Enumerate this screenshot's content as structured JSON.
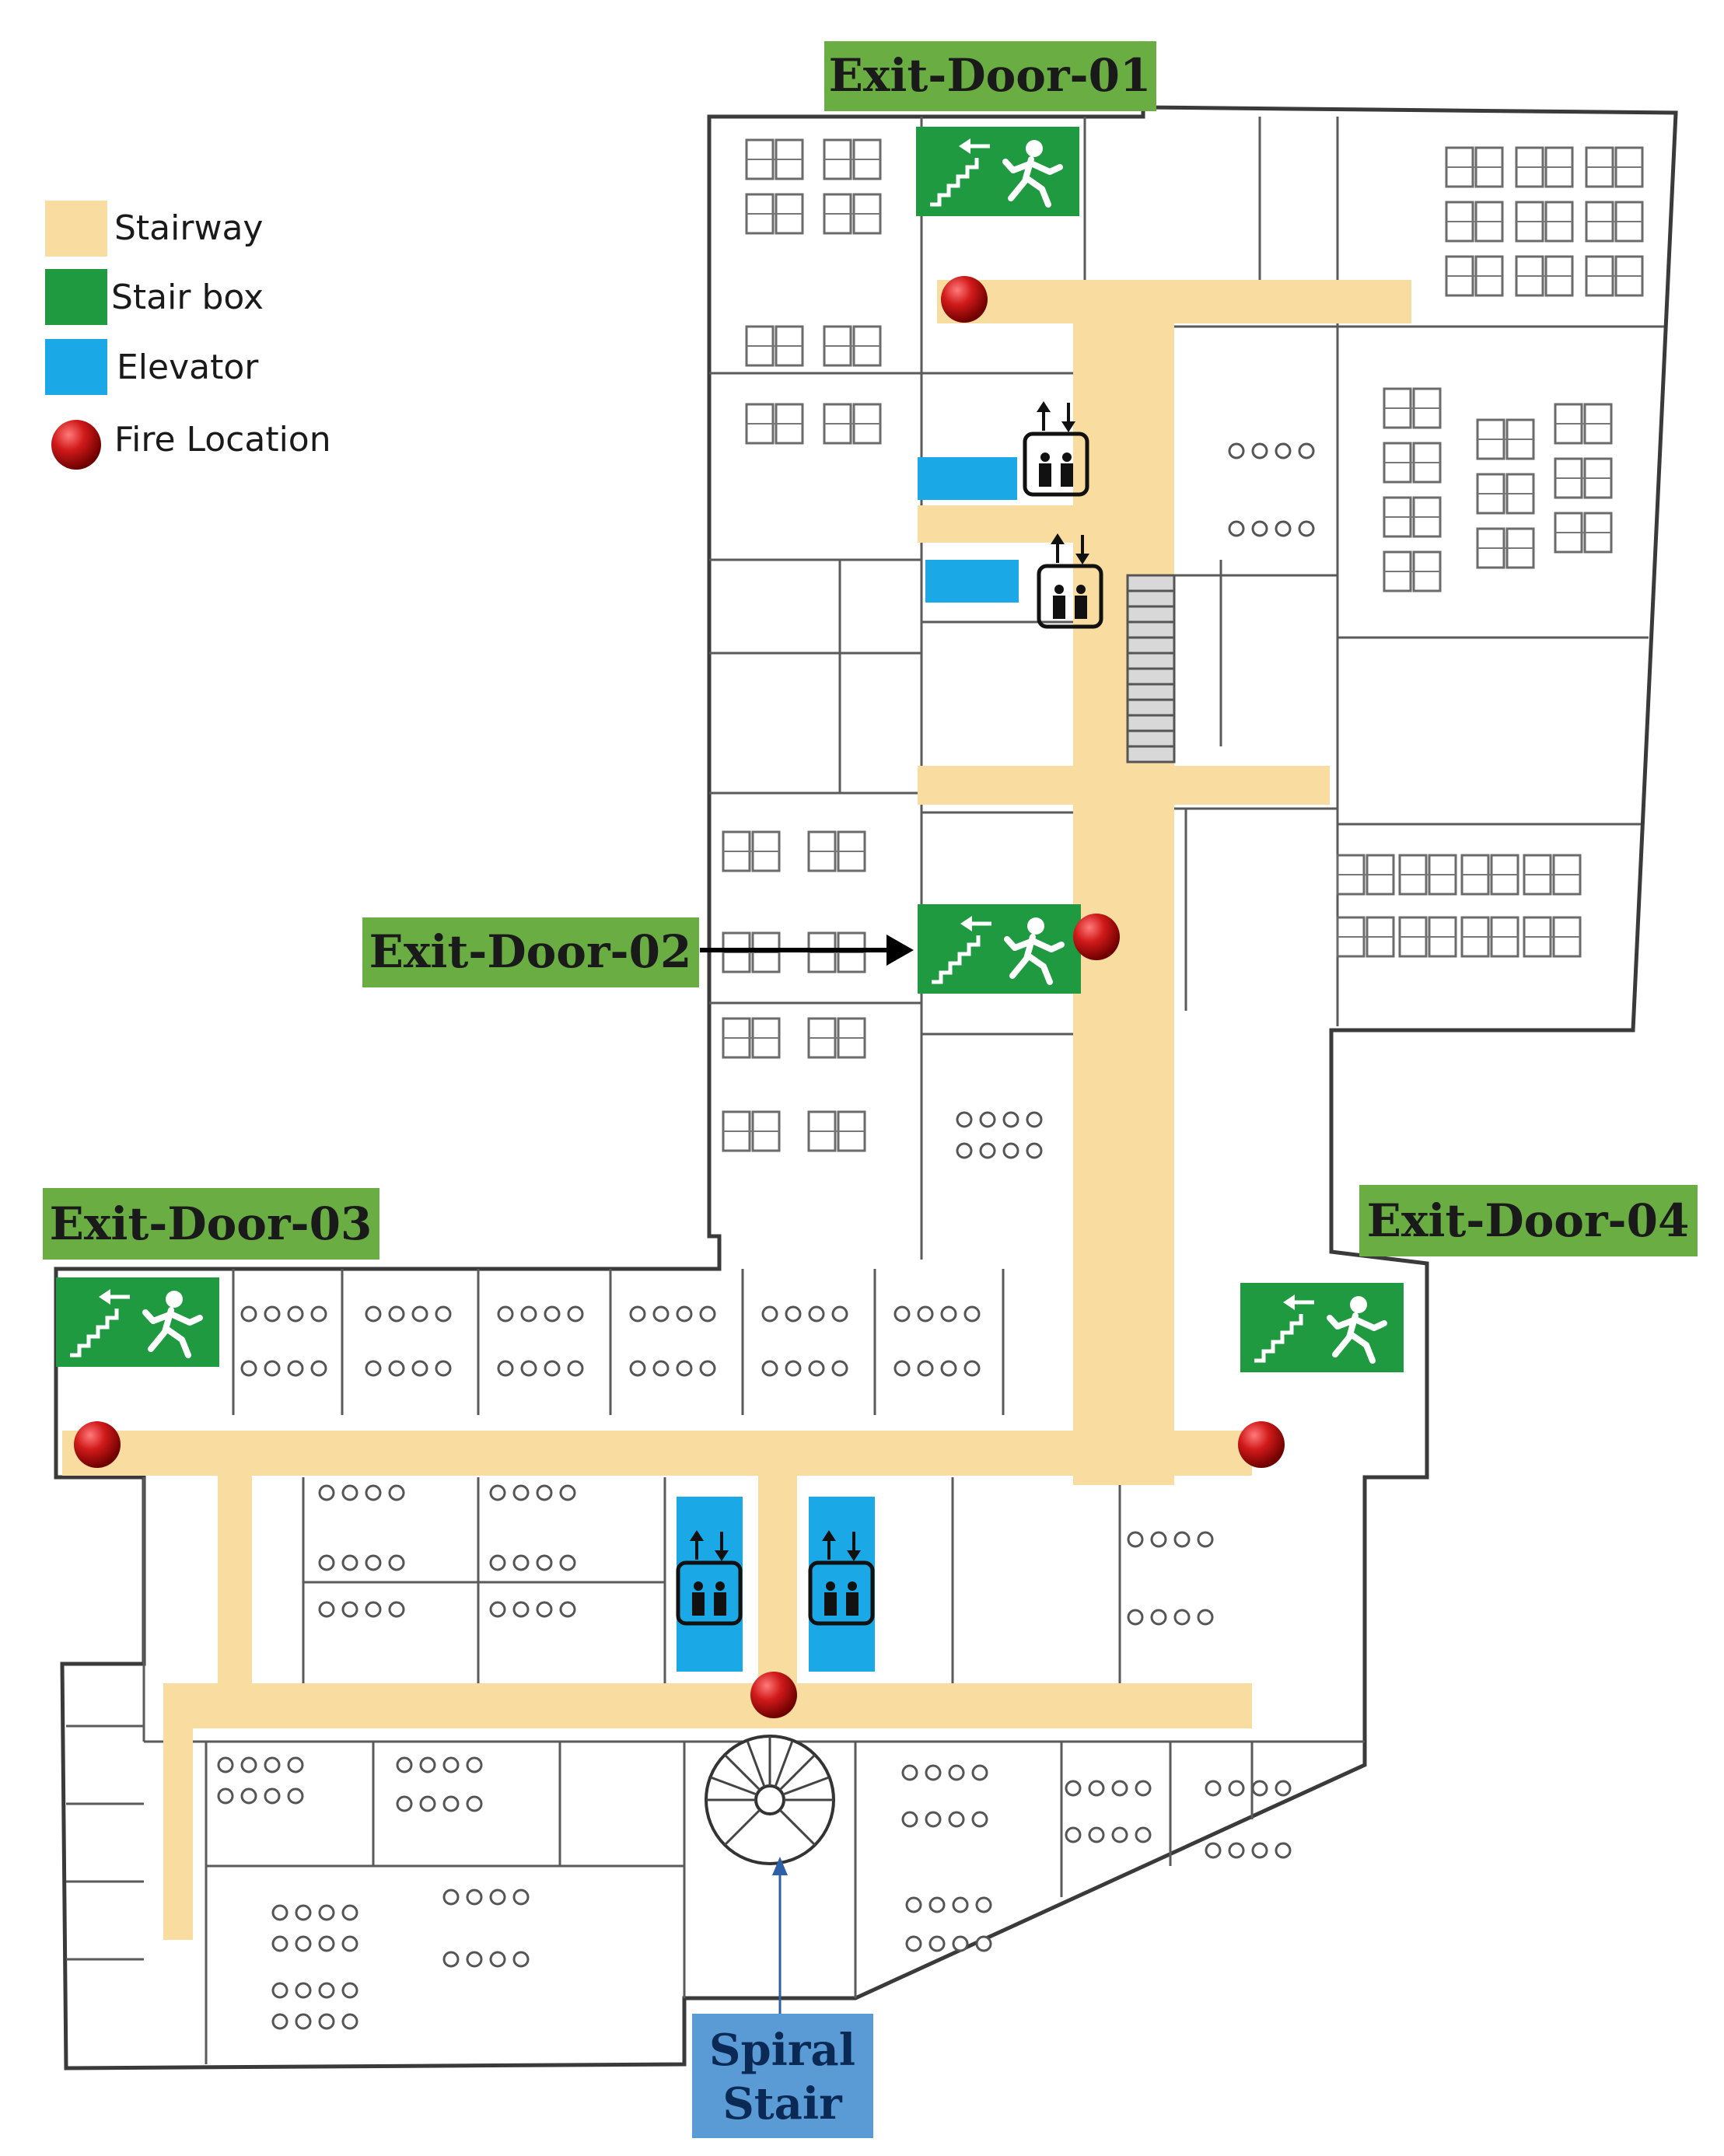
{
  "legend": {
    "items": [
      {
        "label": "Stairway",
        "color": "#f9dda0",
        "shape": "square"
      },
      {
        "label": "Stair box",
        "color": "#1f9a41",
        "shape": "square"
      },
      {
        "label": "Elevator",
        "color": "#1aa9e6",
        "shape": "square"
      },
      {
        "label": "Fire Location",
        "color": "#d11a1a",
        "shape": "circle"
      }
    ]
  },
  "exits": [
    {
      "id": "exit-door-01",
      "label": "Exit-Door-01"
    },
    {
      "id": "exit-door-02",
      "label": "Exit-Door-02"
    },
    {
      "id": "exit-door-03",
      "label": "Exit-Door-03"
    },
    {
      "id": "exit-door-04",
      "label": "Exit-Door-04"
    }
  ],
  "spiral_stair": {
    "line1": "Spiral",
    "line2": "Stair"
  },
  "colors": {
    "label_bg": "#6aad43",
    "spiral_bg": "#5b9bd5",
    "stairway": "#f9dda0",
    "stair_box": "#1f9a41",
    "elevator": "#1aa9e6",
    "fire": "#d11a1a"
  },
  "icons": [
    "running-man-exit-icon",
    "elevator-icon",
    "fire-location-icon",
    "arrow-icon",
    "spiral-stair-icon"
  ]
}
